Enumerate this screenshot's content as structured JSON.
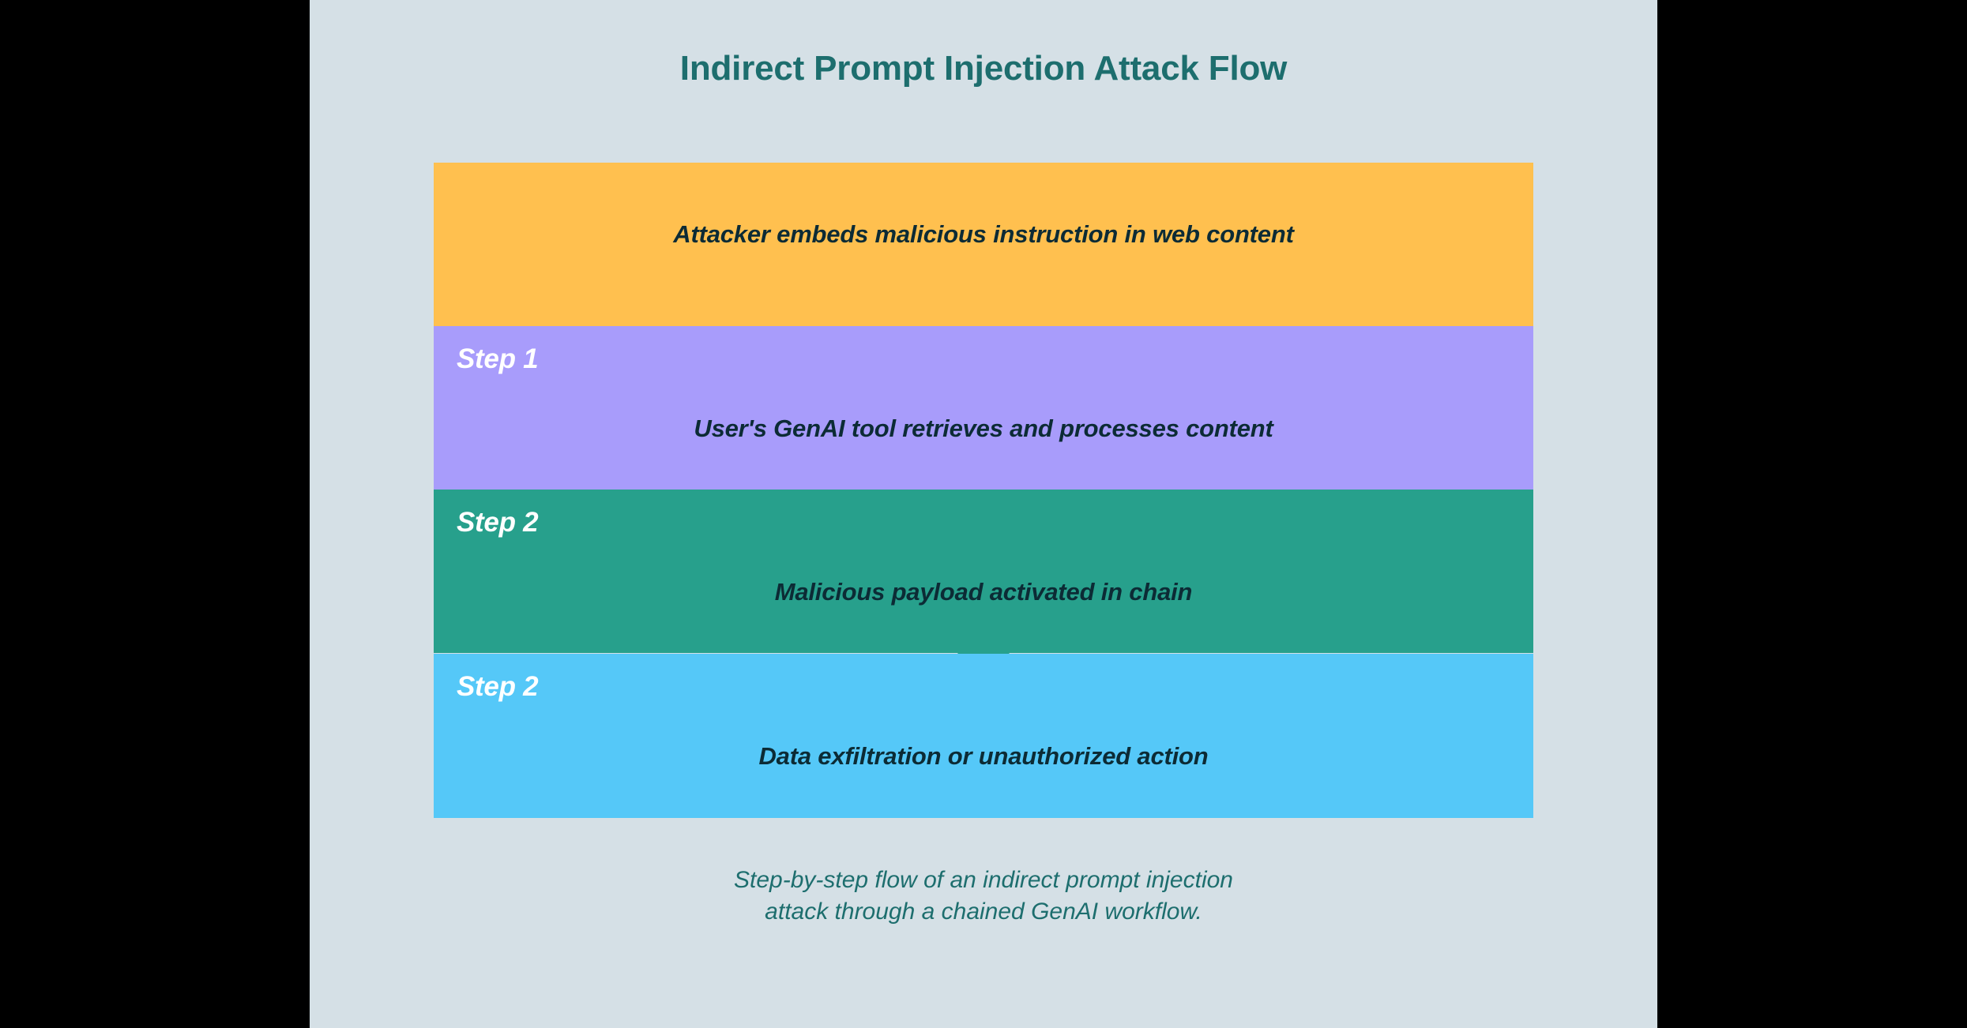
{
  "slide": {
    "title": "Indirect Prompt Injection Attack Flow",
    "background_color": "#d5e0e6",
    "title_color": "#1d6e6e",
    "letterbox_color": "#000000"
  },
  "funnel": {
    "body_text_color": "#0c2b35",
    "step_label_color": "#ffffff",
    "stages": [
      {
        "step_label": "",
        "text": "Attacker embeds malicious instruction in web content",
        "color": "#ffc04f"
      },
      {
        "step_label": "Step 1",
        "text": "User's GenAI tool retrieves and processes content",
        "color": "#a89cfb"
      },
      {
        "step_label": "Step 2",
        "text": "Malicious payload activated in chain",
        "color": "#27a08c"
      },
      {
        "step_label": "Step 2",
        "text": "Data exfiltration or unauthorized action",
        "color": "#55c8f8"
      }
    ]
  },
  "caption": {
    "color": "#1d6e6e",
    "line1": "Step-by-step flow of an indirect prompt injection",
    "line2": "attack through a chained GenAI workflow."
  }
}
